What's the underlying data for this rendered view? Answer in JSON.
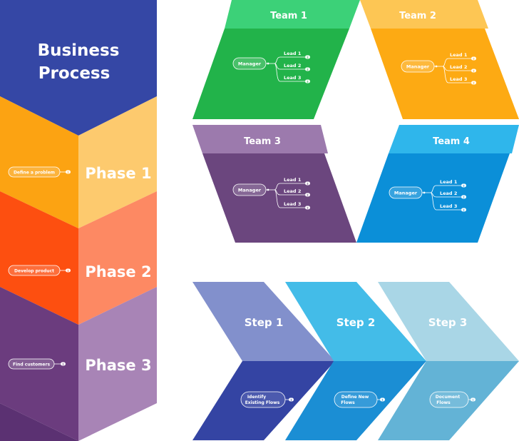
{
  "business_process": {
    "title_line1": "Business",
    "title_line2": "Process",
    "phases": [
      {
        "label": "Phase 1",
        "topic": "Define a problem",
        "badge": "1"
      },
      {
        "label": "Phase 2",
        "topic": "Develop product",
        "badge": "1"
      },
      {
        "label": "Phase 3",
        "topic": "Find customers",
        "badge": "1"
      }
    ]
  },
  "teams": [
    {
      "name": "Team 1",
      "manager": "Manager",
      "leads": [
        "Lead 1",
        "Lead 2",
        "Lead 3"
      ],
      "badges": [
        "2",
        "2",
        "2"
      ],
      "color": "#22b34a"
    },
    {
      "name": "Team 2",
      "manager": "Manager",
      "leads": [
        "Lead 1",
        "Lead 2",
        "Lead 3"
      ],
      "badges": [
        "2",
        "2",
        "2"
      ],
      "color": "#fdaa13"
    },
    {
      "name": "Team 3",
      "manager": "Manager",
      "leads": [
        "Lead 1",
        "Lead 2",
        "Lead 3"
      ],
      "badges": [
        "2",
        "2",
        "2"
      ],
      "color": "#6b467e"
    },
    {
      "name": "Team 4",
      "manager": "Manager",
      "leads": [
        "Lead 1",
        "Lead 2",
        "Lead 3"
      ],
      "badges": [
        "2",
        "2",
        "2"
      ],
      "color": "#0b8fd8"
    }
  ],
  "steps": [
    {
      "label": "Step 1",
      "topic_line1": "Identify",
      "topic_line2": "Existing Flows",
      "badge": "1"
    },
    {
      "label": "Step 2",
      "topic_line1": "Define New",
      "topic_line2": "Flows",
      "badge": "1"
    },
    {
      "label": "Step 3",
      "topic_line1": "Document",
      "topic_line2": "Flows",
      "badge": "1"
    }
  ]
}
